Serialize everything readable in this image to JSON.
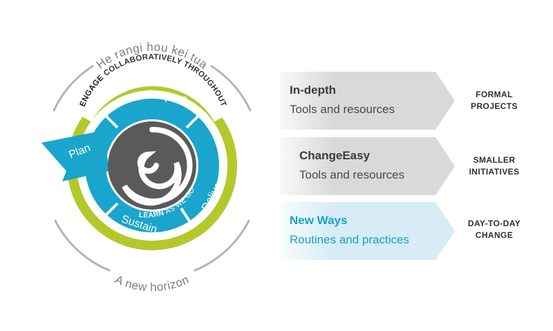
{
  "cycle": {
    "top_caption": "He rangi hou kei tua",
    "bottom_caption": "A new horizon",
    "outer_ring_prefix": "ENGAGE",
    "outer_ring_label": "COLLABORATIVELY THROUGHOUT",
    "phases": [
      "Plan",
      "Prepare",
      "Deliver",
      "Sustain"
    ],
    "center_prefix": "LEARN",
    "center_label": "AS WE GO"
  },
  "approaches": [
    {
      "title": "In-depth",
      "subtitle": "Tools and resources",
      "scale": [
        "FORMAL",
        "PROJECTS"
      ]
    },
    {
      "title": "ChangeEasy",
      "subtitle": "Tools and resources",
      "scale": [
        "SMALLER",
        "INITIATIVES"
      ]
    },
    {
      "title": "New Ways",
      "subtitle": "Routines and practices",
      "scale": [
        "DAY-TO-DAY",
        "CHANGE"
      ]
    }
  ],
  "colors": {
    "green_ring": "#b5c82b",
    "blue_ring": "#1aa5cc",
    "dark_center": "#5a5a5a",
    "grey_arrow": "#d9d9d9",
    "light_blue_arrow": "#d7ecf5",
    "outer_arc": "#b3b3b3"
  }
}
